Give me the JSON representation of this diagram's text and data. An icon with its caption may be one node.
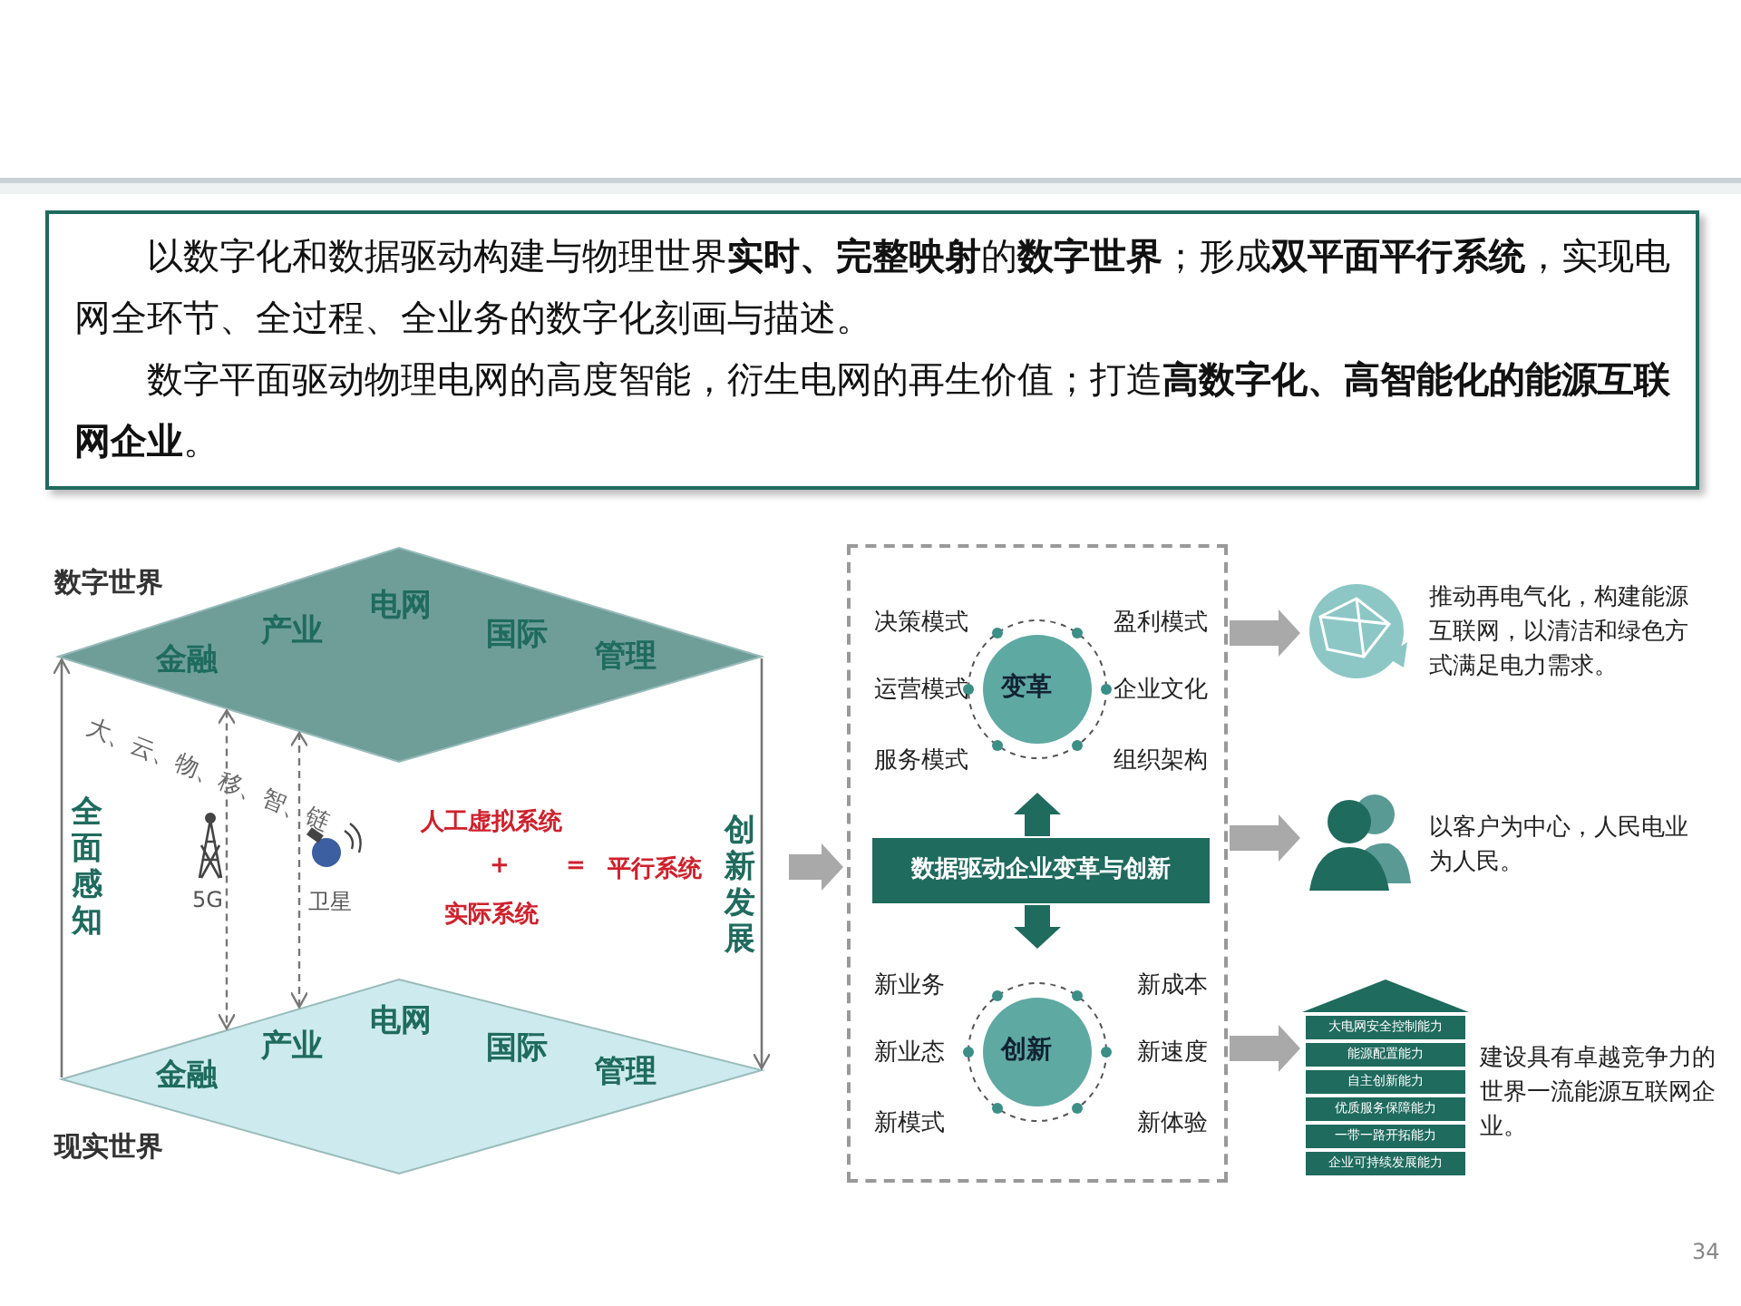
{
  "diagram": {
    "nodes": [
      {
        "text": [
          "以数字化和数据驱动构建与物理世界**实时、完整映射**的**数字世界**；形成**双平面平行系统**，实现电网全环节、全过程、全业务的数字化刻画与描述。",
          "数字平面驱动物理电网的高度智能，衍生电网的再生价值；打造**高数字化、高智能化的能源互联网企业**。"
        ]
      },
      {
        "text": [
          "数字世界",
          "电网",
          "产业",
          "国际",
          "金融",
          "管理"
        ]
      },
      {
        "text": [
          "现实世界",
          "电网",
          "产业",
          "国际",
          "金融",
          "管理"
        ]
      },
      {
        "text": [],
        "shape": "box"
      },
      {
        "text": [
          "变革"
        ],
        "in": 3,
        "beside": [
          "决策模式",
          "盈利模式",
          "运营模式",
          "企业文化",
          "服务模式",
          "组织架构"
        ]
      },
      {
        "text": [
          "数据驱动企业变革与创新"
        ],
        "in": 3
      },
      {
        "text": [
          "创新"
        ],
        "in": 3,
        "beside": [
          "新业务",
          "新成本",
          "新业态",
          "新速度",
          "新模式",
          "新体验"
        ]
      },
      {
        "text": [
          "推动再电气化，构建能源互联网，以清洁和绿色方式满足电力需求。"
        ]
      },
      {
        "text": [
          "以客户为中心，人民电业为人民。"
        ]
      },
      {
        "text": [
          "建设具有卓越竞争力的世界一流能源互联网企业。"
        ]
      }
    ],
    "edges": [
      {
        "from": 2,
        "to": 1,
        "arrow": "to",
        "label": "全面感知"
      },
      {
        "from": 1,
        "to": 2,
        "arrow": "to",
        "label": "创新发展"
      },
      {
        "from": 1,
        "to": 2,
        "arrow": "both",
        "style": "dashed"
      },
      {
        "from": 1,
        "to": 2,
        "arrow": "both",
        "style": "dashed"
      },
      {
        "from": null,
        "to": 3,
        "arrow": "to"
      },
      {
        "from": 5,
        "to": 4,
        "arrow": "to",
        "color": "#1f6b5e"
      },
      {
        "from": 5,
        "to": 6,
        "arrow": "to",
        "color": "#1f6b5e"
      },
      {
        "from": 3,
        "to": 7,
        "arrow": "to"
      },
      {
        "from": 3,
        "to": 8,
        "arrow": "to"
      },
      {
        "from": 3,
        "to": 9,
        "arrow": "to"
      }
    ],
    "labels": [
      "大、云、物、移、智、链",
      "5G",
      "卫星",
      "人工虚拟系统",
      "+",
      "=",
      "平行系统",
      "实际系统",
      "大电网安全控制能力",
      "能源配置能力",
      "自主创新能力",
      "优质服务保障能力",
      "一带一路开拓能力",
      "企业可持续发展能力",
      "34"
    ]
  }
}
